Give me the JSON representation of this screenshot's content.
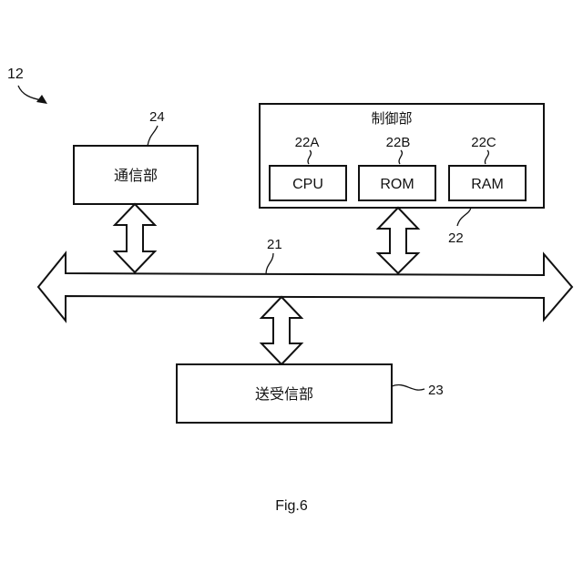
{
  "figure": {
    "caption": "Fig.6",
    "device_ref": "12"
  },
  "blocks": {
    "comm": {
      "ref": "24",
      "label": "通信部"
    },
    "control": {
      "ref": "22",
      "label": "制御部",
      "children": [
        {
          "ref": "22A",
          "label": "CPU"
        },
        {
          "ref": "22B",
          "label": "ROM"
        },
        {
          "ref": "22C",
          "label": "RAM"
        }
      ]
    },
    "bus": {
      "ref": "21"
    },
    "transceiver": {
      "ref": "23",
      "label": "送受信部"
    }
  }
}
